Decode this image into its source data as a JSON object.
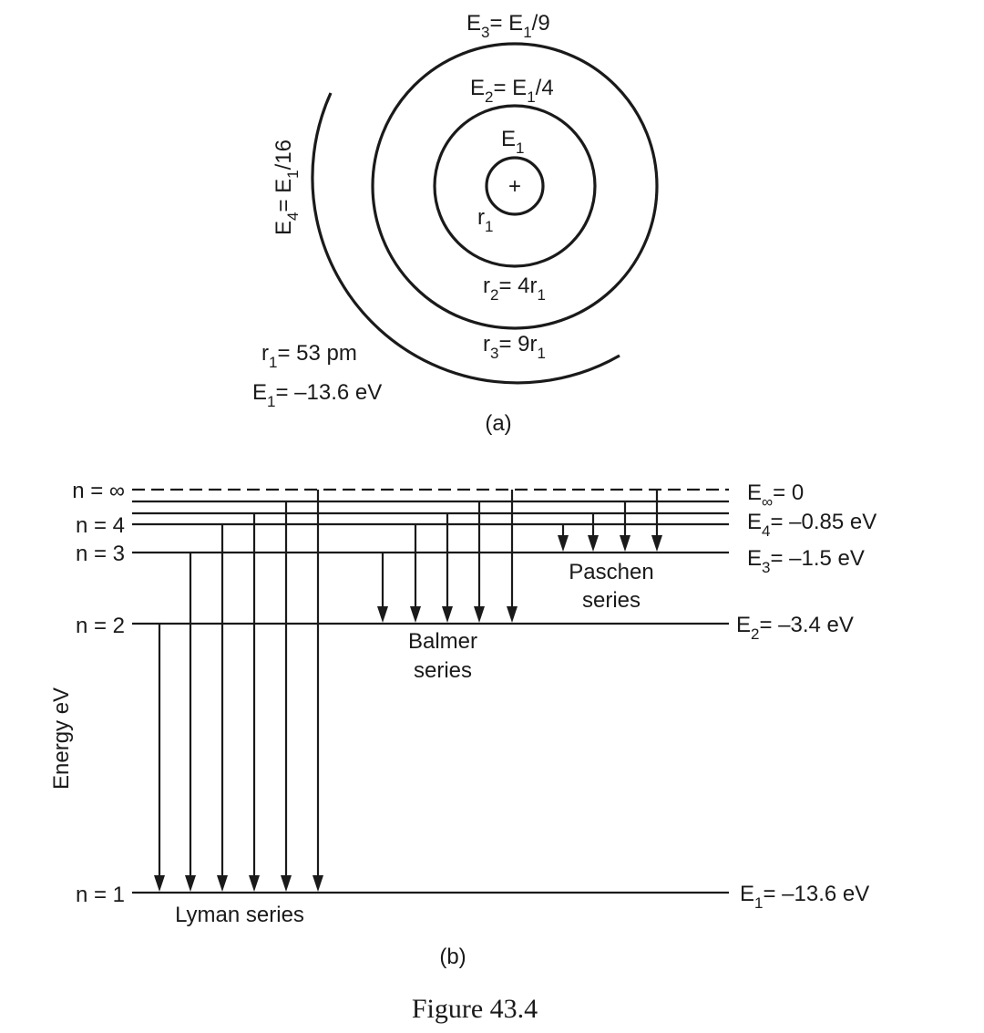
{
  "atom": {
    "nucleus_symbol": "+",
    "orbit_energies": {
      "e1": {
        "main": "E",
        "sub": "1",
        "rest": ""
      },
      "e2": {
        "main": "E",
        "sub": "2",
        "rest": "= E",
        "sub2": "1",
        "rest2": "/4"
      },
      "e3": {
        "main": "E",
        "sub": "3",
        "rest": "= E",
        "sub2": "1",
        "rest2": "/9"
      },
      "e4": {
        "main": "E",
        "sub": "4",
        "rest": "= E",
        "sub2": "1",
        "rest2": "/16"
      }
    },
    "radii": {
      "r1": {
        "main": "r",
        "sub": "1"
      },
      "r2": {
        "main": "r",
        "sub": "2",
        "rest": "= 4r",
        "sub2": "1"
      },
      "r3": {
        "main": "r",
        "sub": "3",
        "rest": "= 9r",
        "sub2": "1"
      }
    },
    "constants": {
      "radius": {
        "main": "r",
        "sub": "1",
        "rest": "= 53 pm"
      },
      "energy": {
        "main": "E",
        "sub": "1",
        "rest": "= –13.6 eV"
      }
    },
    "panel_label": "(a)"
  },
  "levels": {
    "left_labels": {
      "inf": "n = ∞",
      "n4": "n = 4",
      "n3": "n = 3",
      "n2": "n = 2",
      "n1": "n = 1"
    },
    "right_labels": {
      "inf": {
        "main": "E",
        "sub": "∞",
        "rest": "= 0"
      },
      "n4": {
        "main": "E",
        "sub": "4",
        "rest": "= –0.85 eV"
      },
      "n3": {
        "main": "E",
        "sub": "3",
        "rest": "= –1.5 eV"
      },
      "n2": {
        "main": "E",
        "sub": "2",
        "rest": "= –3.4 eV"
      },
      "n1": {
        "main": "E",
        "sub": "1",
        "rest": "= –13.6 eV"
      }
    },
    "y_axis_label": "Energy eV",
    "panel_label": "(b)"
  },
  "series": {
    "lyman": {
      "line1": "Lyman series"
    },
    "balmer": {
      "line1": "Balmer",
      "line2": "series"
    },
    "paschen": {
      "line1": "Paschen",
      "line2": "series"
    }
  },
  "caption": "Figure 43.4"
}
